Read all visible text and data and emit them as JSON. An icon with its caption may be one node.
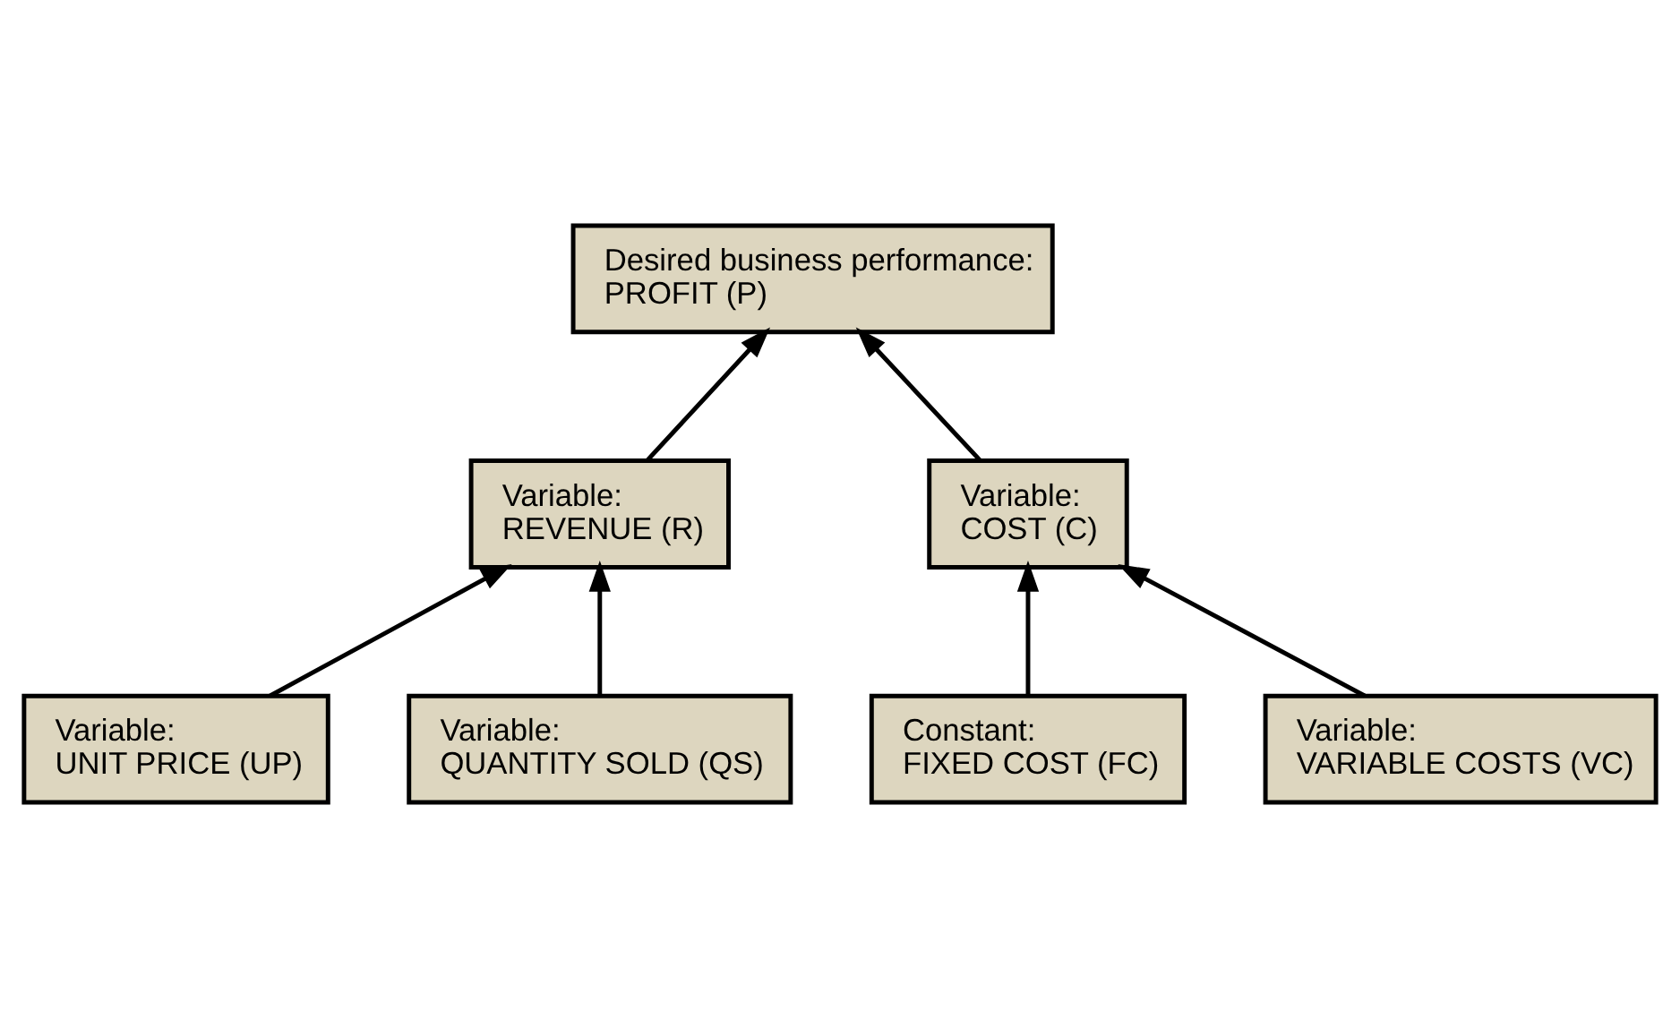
{
  "diagram": {
    "nodes": [
      {
        "text": [
          "Desired business performance:",
          "PROFIT (P)"
        ]
      },
      {
        "text": [
          "Variable:",
          "REVENUE (R)"
        ]
      },
      {
        "text": [
          "Variable:",
          "COST (C)"
        ]
      },
      {
        "text": [
          "Variable:",
          "UNIT PRICE (UP)"
        ]
      },
      {
        "text": [
          "Variable:",
          "QUANTITY SOLD (QS)"
        ]
      },
      {
        "text": [
          "Constant:",
          "FIXED COST (FC)"
        ]
      },
      {
        "text": [
          "Variable:",
          "VARIABLE COSTS (VC)"
        ]
      }
    ],
    "edges": [
      {
        "from": 1,
        "to": 0,
        "arrow": "to"
      },
      {
        "from": 2,
        "to": 0,
        "arrow": "to"
      },
      {
        "from": 3,
        "to": 1,
        "arrow": "to"
      },
      {
        "from": 4,
        "to": 1,
        "arrow": "to"
      },
      {
        "from": 5,
        "to": 2,
        "arrow": "to"
      },
      {
        "from": 6,
        "to": 2,
        "arrow": "to"
      }
    ]
  }
}
